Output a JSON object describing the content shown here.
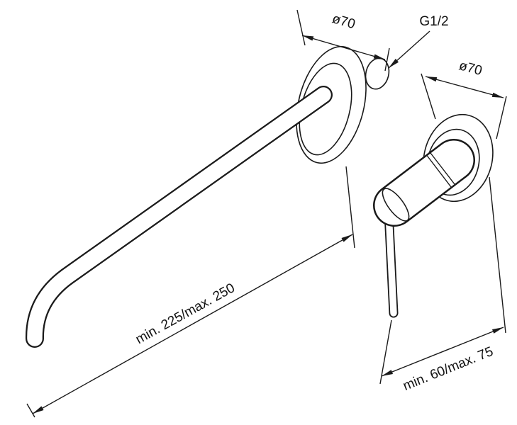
{
  "annotations": {
    "spout_flange_diameter": "ø70",
    "valve_flange_diameter": "ø70",
    "thread": "G1/2",
    "spout_reach": "min. 225/max. 250",
    "valve_offset": "min. 60/max. 75"
  },
  "colors": {
    "line": "#1a1a1a",
    "background": "#ffffff"
  }
}
